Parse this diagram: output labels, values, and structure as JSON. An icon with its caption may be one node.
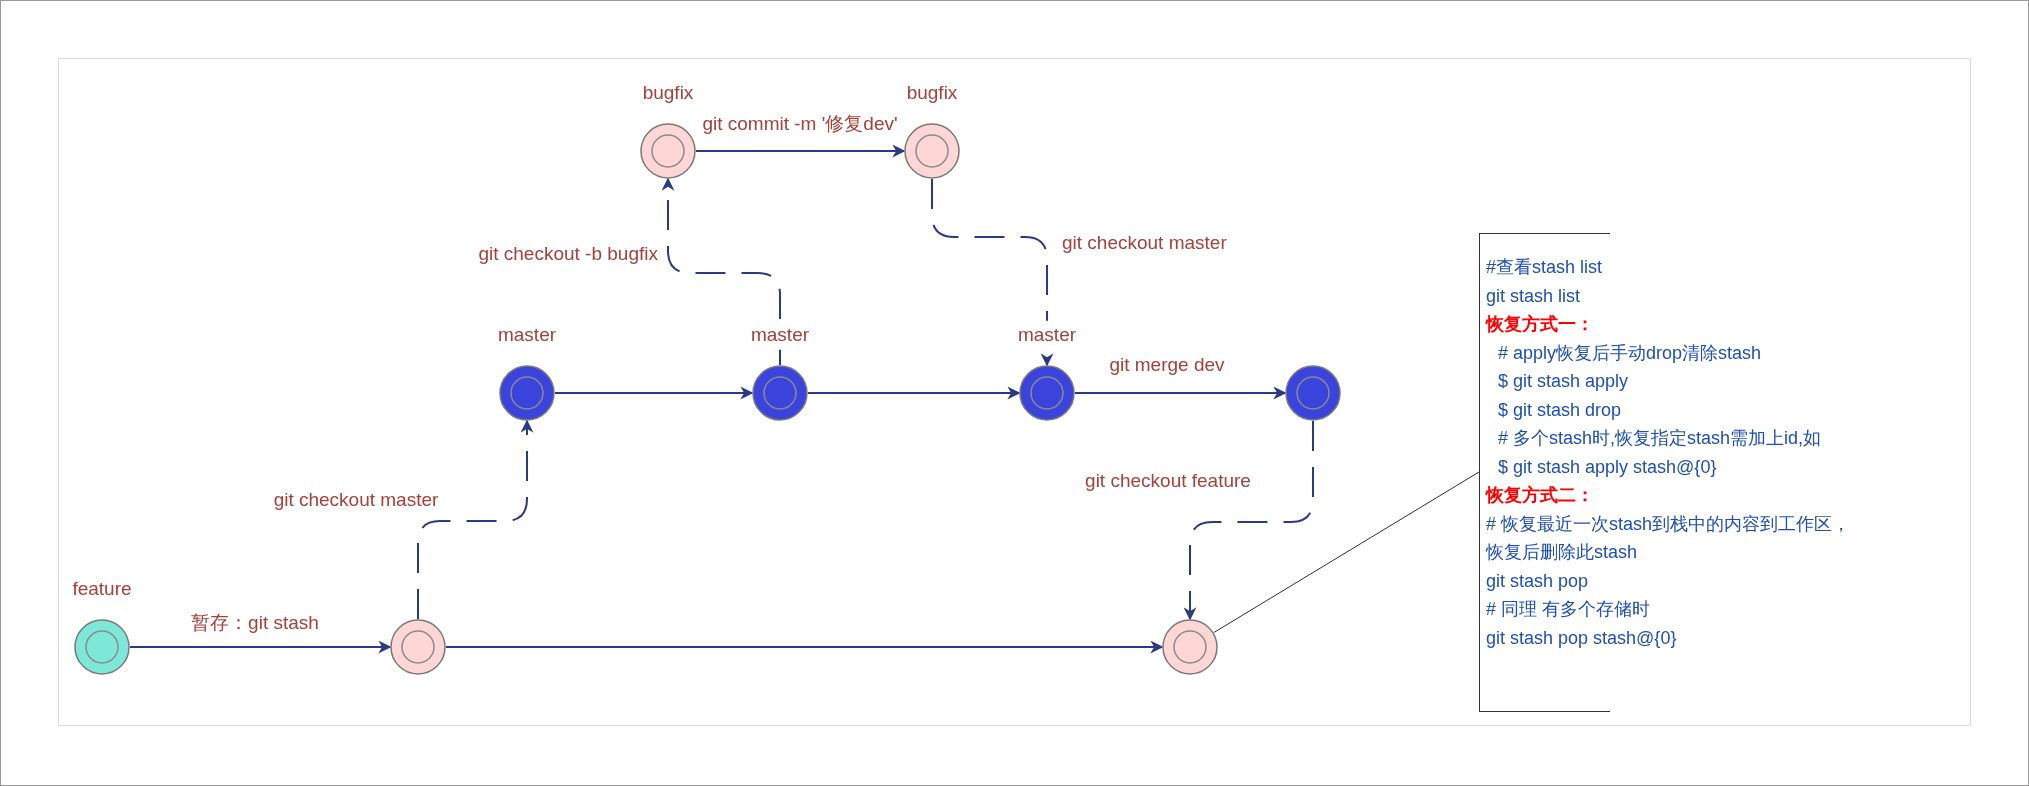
{
  "diagram": {
    "nodes": [
      {
        "text": [],
        "shape": "circle",
        "beside": [
          "bugfix"
        ]
      },
      {
        "text": [],
        "shape": "circle",
        "beside": [
          "bugfix"
        ]
      },
      {
        "text": [],
        "shape": "circle",
        "beside": [
          "master"
        ]
      },
      {
        "text": [],
        "shape": "circle",
        "beside": [
          "master"
        ]
      },
      {
        "text": [],
        "shape": "circle",
        "beside": [
          "master"
        ]
      },
      {
        "text": [],
        "shape": "circle"
      },
      {
        "text": [],
        "shape": "circle",
        "beside": [
          "feature"
        ]
      },
      {
        "text": [],
        "shape": "circle"
      },
      {
        "text": [],
        "shape": "circle"
      },
      {
        "text": [
          "#查看stash list",
          "git stash list",
          "恢复方式一：",
          "# apply恢复后手动drop清除stash",
          "$ git stash apply",
          "$ git stash drop",
          "# 多个stash时,恢复指定stash需加上id,如",
          "$ git stash apply stash@{0}",
          "恢复方式二：",
          "# 恢复最近一次stash到栈中的内容到工作区，恢复后删除此stash",
          "git stash pop",
          "# 同理 有多个存储时",
          "git stash pop stash@{0}"
        ]
      }
    ],
    "edges": [
      {
        "from": 6,
        "to": 7,
        "arrow": "to",
        "label": "暂存：git stash"
      },
      {
        "from": 7,
        "to": 8,
        "arrow": "to"
      },
      {
        "from": 7,
        "to": 2,
        "arrow": "to",
        "label": "git checkout master",
        "style": "dashed"
      },
      {
        "from": 2,
        "to": 3,
        "arrow": "to"
      },
      {
        "from": 3,
        "to": 4,
        "arrow": "to"
      },
      {
        "from": 4,
        "to": 5,
        "arrow": "to",
        "label": "git merge dev"
      },
      {
        "from": 3,
        "to": 0,
        "arrow": "to",
        "label": "git checkout -b bugfix",
        "style": "dashed"
      },
      {
        "from": 0,
        "to": 1,
        "arrow": "to",
        "label": "git commit -m '修复dev'"
      },
      {
        "from": 1,
        "to": 4,
        "arrow": "to",
        "label": "git checkout master",
        "style": "dashed"
      },
      {
        "from": 5,
        "to": 8,
        "arrow": "to",
        "label": "git checkout feature",
        "style": "dashed"
      },
      {
        "from": 9,
        "to": 8,
        "arrow": "none",
        "color": "#333333"
      }
    ]
  }
}
